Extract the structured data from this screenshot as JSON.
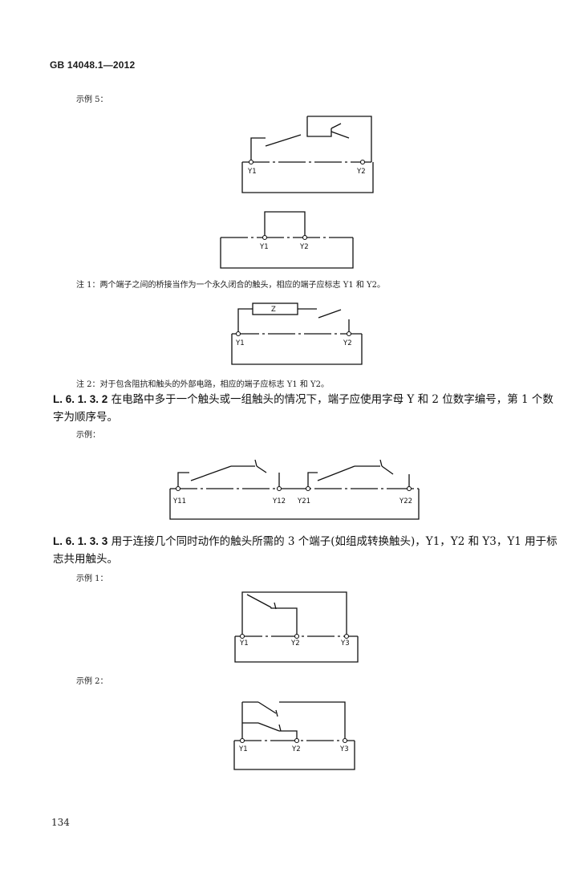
{
  "header": {
    "standard": "GB  14048.1—2012"
  },
  "example5": {
    "label": "示例 5："
  },
  "note1": {
    "text": "注 1：两个端子之间的桥接当作为一个永久闭合的触头，相应的端子应标志 Y1 和 Y2。"
  },
  "note2": {
    "text": "注 2：对于包含阻抗和触头的外部电路，相应的端子应标志 Y1 和 Y2。"
  },
  "sec_6132": {
    "number": "L. 6. 1. 3. 2",
    "text": "在电路中多于一个触头或一组触头的情况下，端子应使用字母 Y 和 2 位数字编号，第 1 个数字为顺序号。",
    "example_label": "示例："
  },
  "sec_6133": {
    "number": "L. 6. 1. 3. 3",
    "text": "用于连接几个同时动作的触头所需的 3 个端子(如组成转换触头)，Y1，Y2 和 Y3，Y1 用于标志共用触头。",
    "example1_label": "示例 1：",
    "example2_label": "示例 2："
  },
  "terminals": {
    "y1": "Y1",
    "y2": "Y2",
    "y3": "Y3",
    "y11": "Y11",
    "y12": "Y12",
    "y21": "Y21",
    "y22": "Y22",
    "z": "Z"
  },
  "footer": {
    "page_number": "134"
  }
}
